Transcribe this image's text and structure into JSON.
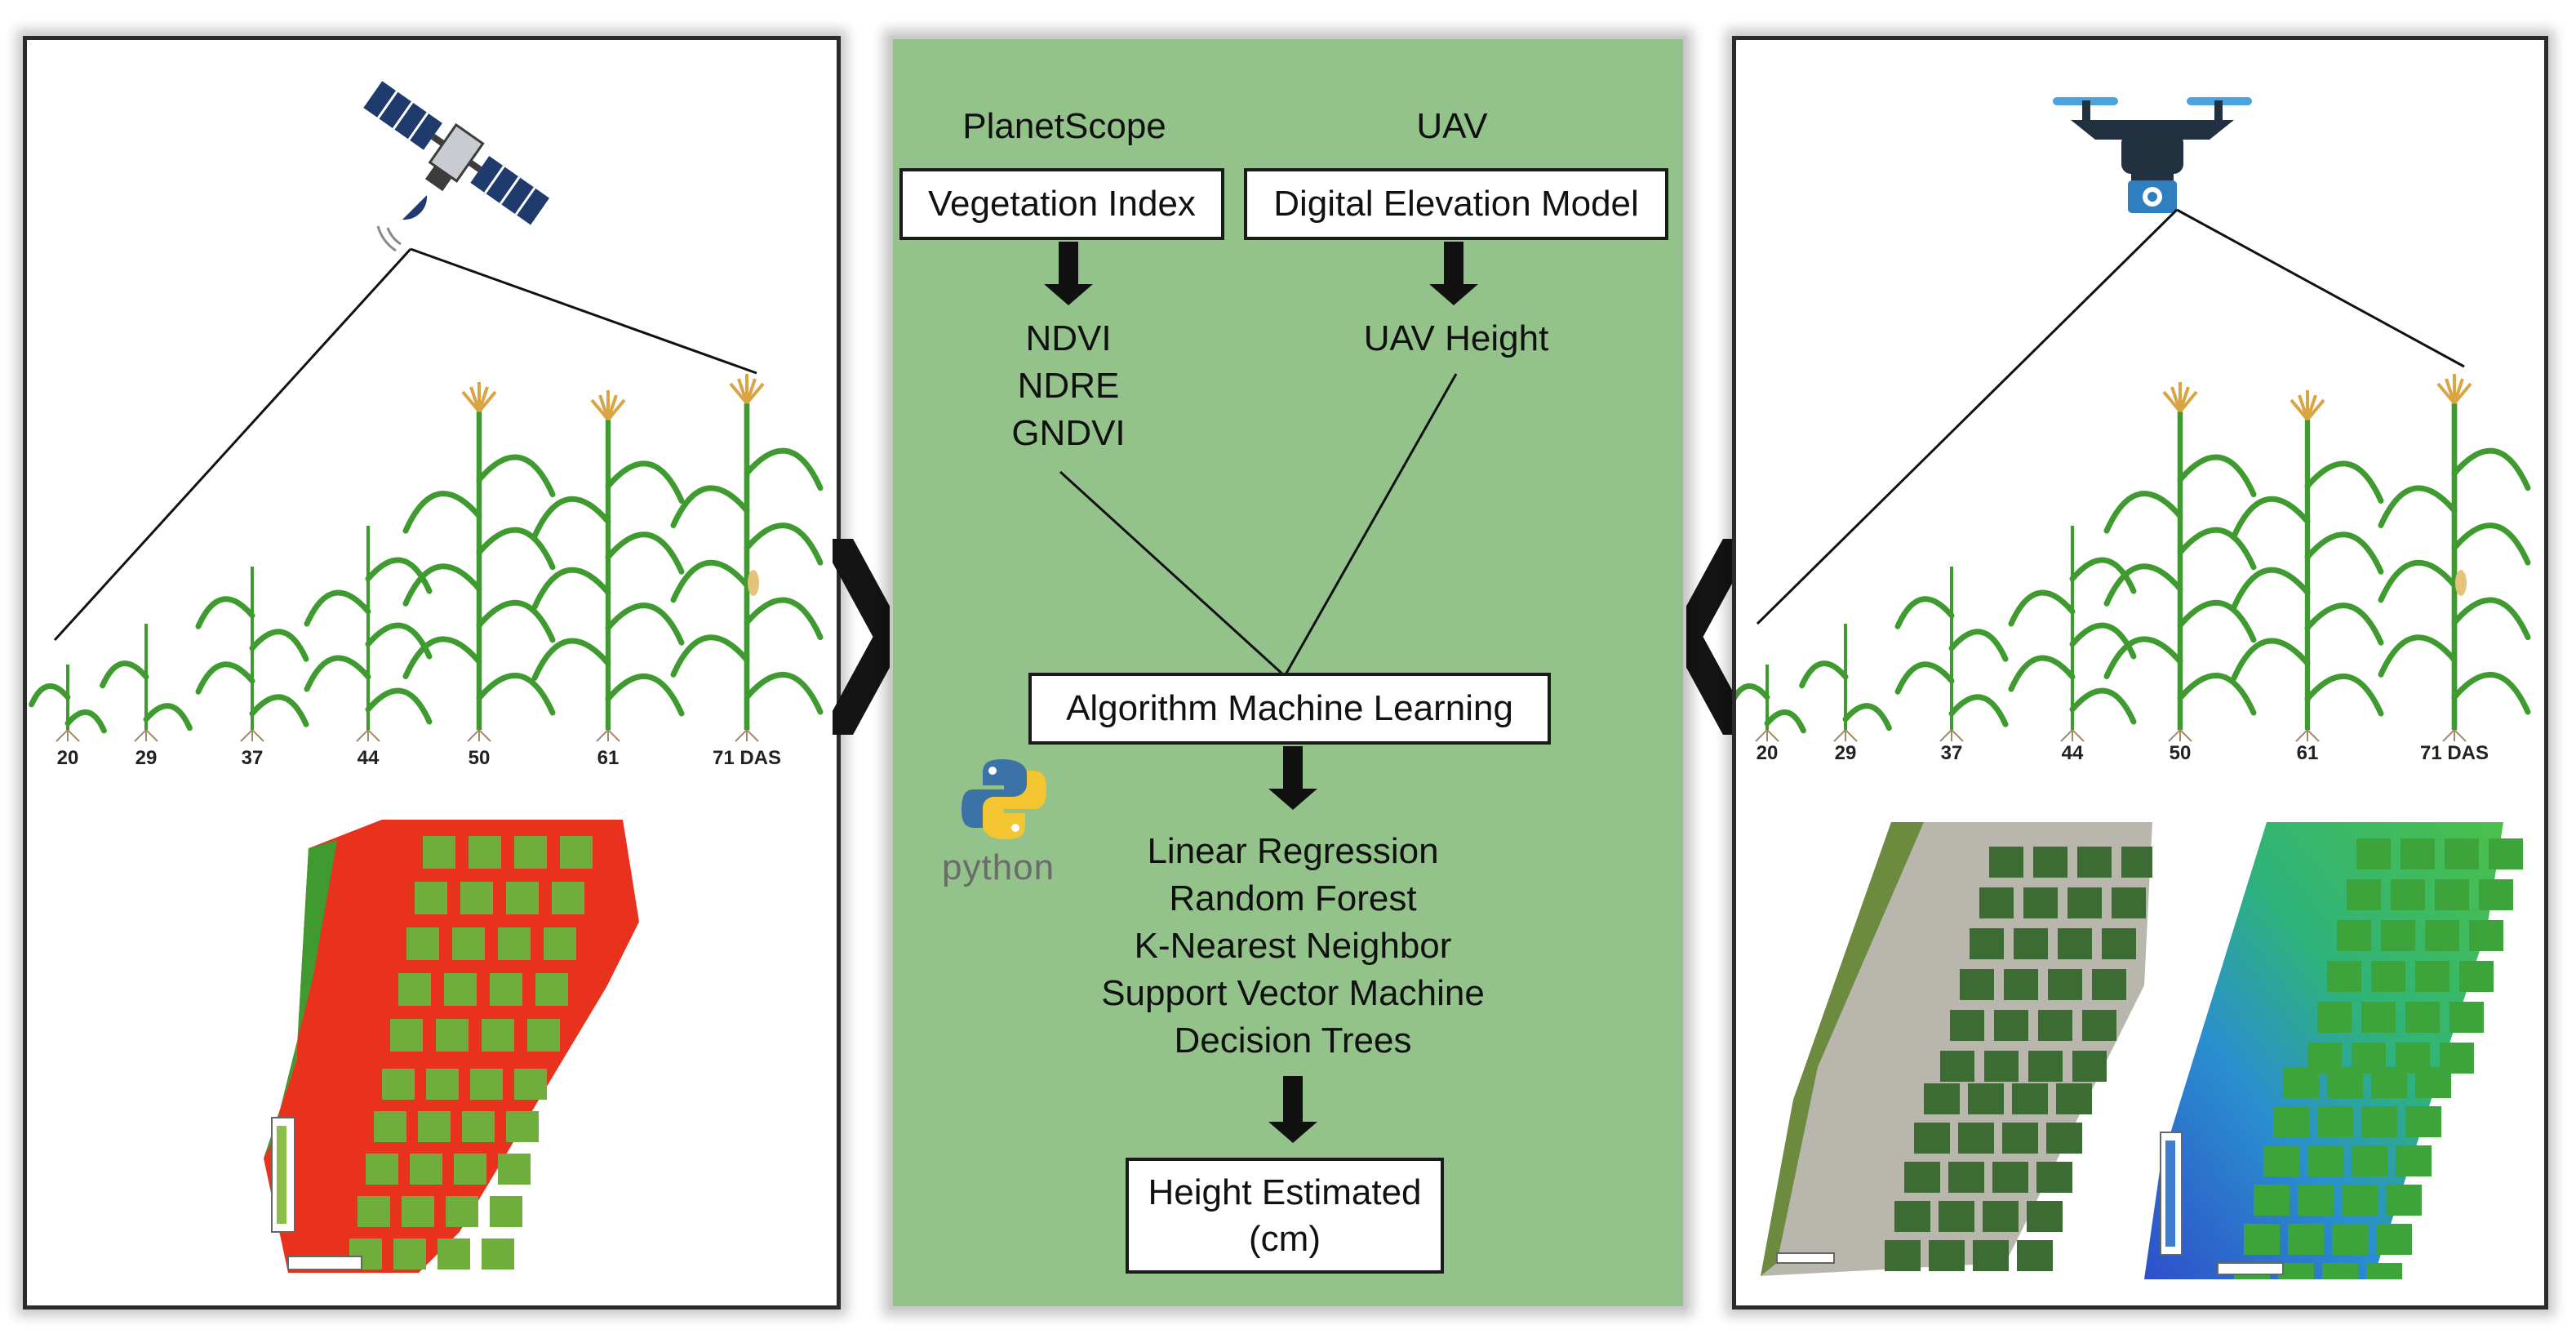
{
  "colors": {
    "panel_green": "#93c28a",
    "plant_green": "#3f9a2f",
    "tassel_gold": "#d9a441",
    "ndvi_red": "#e8321e",
    "python_blue": "#3b73a7",
    "python_yellow": "#f2c531"
  },
  "icons": {
    "left": "satellite-icon",
    "right": "drone-icon",
    "logo": "python-logo-icon"
  },
  "left": {
    "das_labels": [
      "20",
      "29",
      "37",
      "44",
      "50",
      "61",
      "71 DAS"
    ]
  },
  "right": {
    "das_labels": [
      "20",
      "29",
      "37",
      "44",
      "50",
      "61",
      "71 DAS"
    ]
  },
  "center": {
    "source_left": "PlanetScope",
    "source_right": "UAV",
    "vi_box": "Vegetation Index",
    "dem_box": "Digital Elevation Model",
    "indices": [
      "NDVI",
      "NDRE",
      "GNDVI"
    ],
    "uav_height": "UAV Height",
    "ml_box": "Algorithm Machine Learning",
    "python_label": "python",
    "algorithms": [
      "Linear Regression",
      "Random Forest",
      "K-Nearest Neighbor",
      "Support Vector Machine",
      "Decision Trees"
    ],
    "output_line1": "Height Estimated",
    "output_line2": "(cm)"
  }
}
